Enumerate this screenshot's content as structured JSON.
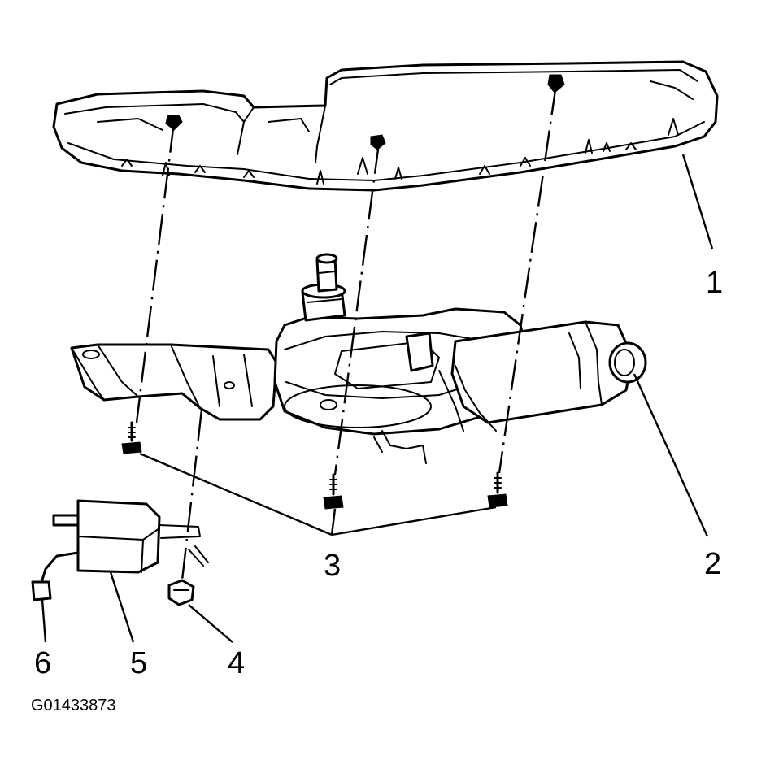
{
  "callouts": [
    {
      "id": "1",
      "label": "1"
    },
    {
      "id": "2",
      "label": "2"
    },
    {
      "id": "3",
      "label": "3"
    },
    {
      "id": "4",
      "label": "4"
    },
    {
      "id": "5",
      "label": "5"
    },
    {
      "id": "6",
      "label": "6"
    }
  ],
  "figure_id": "G01433873"
}
